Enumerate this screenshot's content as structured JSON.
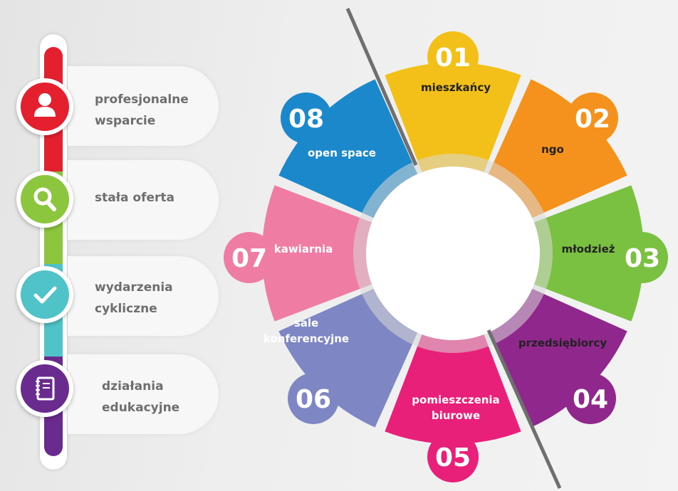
{
  "features": [
    {
      "label": "profesjonalne\nwsparcie",
      "color": "#e5202e",
      "icon": "person-icon"
    },
    {
      "label": "stała oferta",
      "color": "#8cc63e",
      "icon": "search-icon"
    },
    {
      "label": "wydarzenia\ncykliczne",
      "color": "#4fc3c8",
      "icon": "checkmark-icon"
    },
    {
      "label": "działania\nedukacyjne",
      "color": "#6a2b8e",
      "icon": "notebook-icon"
    }
  ],
  "segments": [
    {
      "number": "01",
      "label": "mieszkańcy",
      "color": "#f3c019"
    },
    {
      "number": "02",
      "label": "ngo",
      "color": "#f5921e"
    },
    {
      "number": "03",
      "label": "młodzież",
      "color": "#7ac142"
    },
    {
      "number": "04",
      "label": "przedsiębiorcy",
      "color": "#8f278c"
    },
    {
      "number": "05",
      "label": "pomieszczenia\nbiurowe",
      "color": "#e8207a"
    },
    {
      "number": "06",
      "label": "sale\nkonferencyjne",
      "color": "#7e87c4"
    },
    {
      "number": "07",
      "label": "kawiarnia",
      "color": "#ee7ca3"
    },
    {
      "number": "08",
      "label": "open space",
      "color": "#1a88cb"
    }
  ]
}
